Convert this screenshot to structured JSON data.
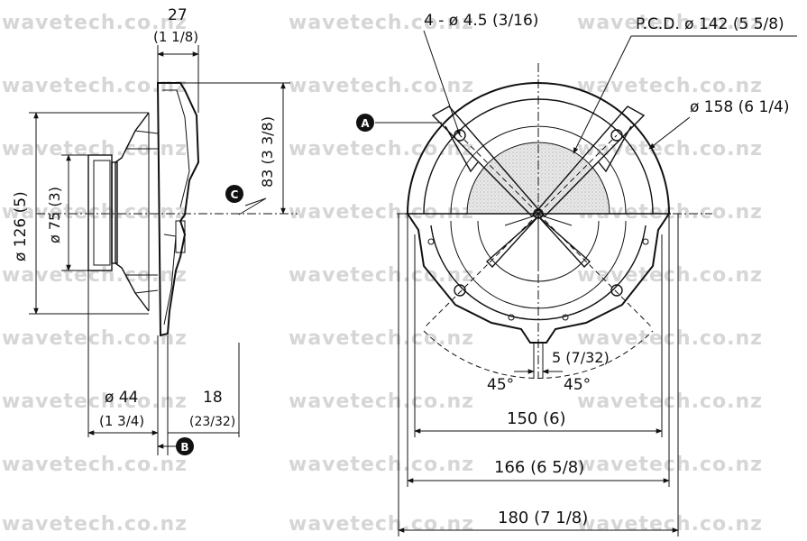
{
  "watermark": "wavetech.co.nz",
  "callouts": {
    "a": "A",
    "b": "B",
    "c": "C"
  },
  "side_view": {
    "depth_value": "27",
    "depth_inch": "(1 1/8)",
    "height_value": "83 (3 3/8)",
    "outer_dia": "ø 126 (5)",
    "magnet_dia": "ø 75 (3)",
    "bottom_dia_value": "ø 44",
    "bottom_dia_inch": "(1 3/4)",
    "flange_value": "18",
    "flange_inch": "(23/32)"
  },
  "front_view": {
    "holes": "4 - ø 4.5 (3/16)",
    "pcd": "P.C.D. ø 142 (5 5/8)",
    "dia_158": "ø 158 (6 1/4)",
    "slot": "5 (7/32)",
    "angle_left": "45°",
    "angle_right": "45°",
    "width_150": "150 (6)",
    "width_166": "166 (6 5/8)",
    "width_180": "180 (7 1/8)"
  }
}
